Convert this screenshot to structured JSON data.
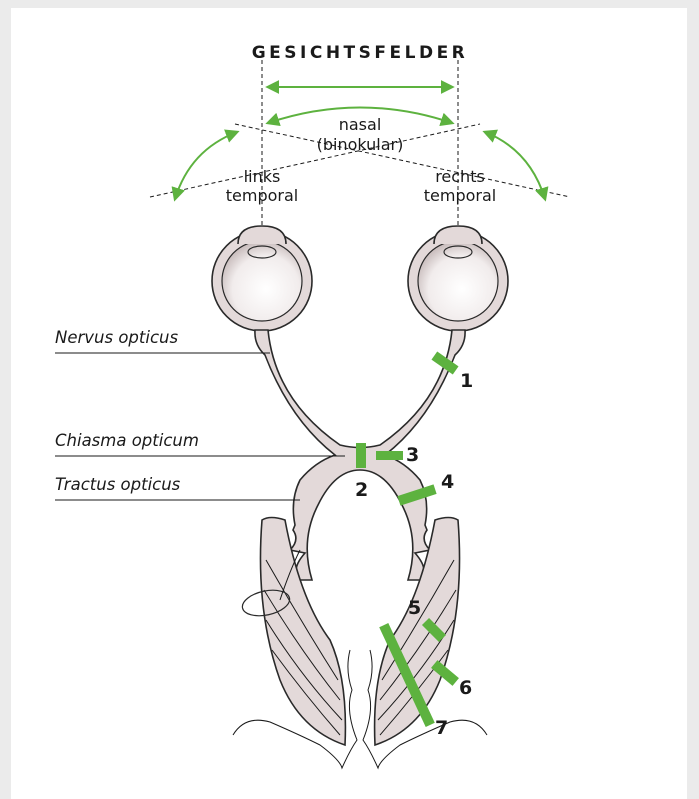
{
  "title": "GESICHTSFELDER",
  "fields": {
    "nasal_line1": "nasal",
    "nasal_line2": "(binokular)",
    "left_line1": "links",
    "left_line2": "temporal",
    "right_line1": "rechts",
    "right_line2": "temporal"
  },
  "labels": {
    "nervus": "Nervus opticus",
    "chiasma": "Chiasma opticum",
    "tractus": "Tractus opticus"
  },
  "lesions": [
    "1",
    "2",
    "3",
    "4",
    "5",
    "6",
    "7"
  ],
  "colors": {
    "accent": "#5db23f",
    "tissue": "#e3d9d9",
    "background": "#ebebeb"
  }
}
